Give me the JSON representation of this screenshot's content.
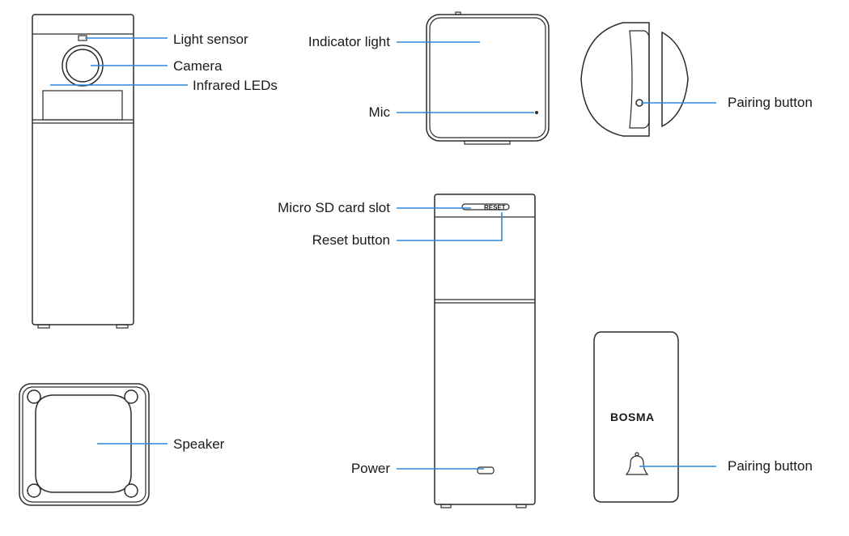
{
  "labels": {
    "light_sensor": "Light sensor",
    "camera": "Camera",
    "infrared_leds": "Infrared LEDs",
    "indicator_light": "Indicator light",
    "mic": "Mic",
    "pairing_button_top": "Pairing button",
    "micro_sd_slot": "Micro SD card slot",
    "reset_button": "Reset button",
    "speaker": "Speaker",
    "power": "Power",
    "pairing_button_bottom": "Pairing button"
  },
  "device_text": {
    "reset_marking": "RESET",
    "brand": "BOSMA"
  },
  "colors": {
    "callout": "#2b8ad8",
    "outline": "#2b2b2b"
  }
}
